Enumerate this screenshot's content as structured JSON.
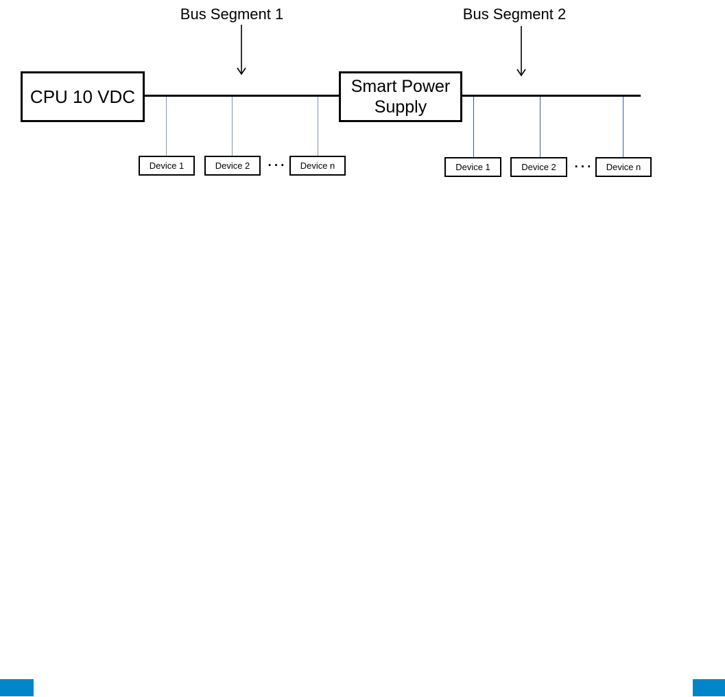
{
  "diagram": {
    "bus_segments": [
      {
        "label": "Bus Segment 1",
        "devices": [
          "Device 1",
          "Device 2",
          "Device n"
        ],
        "ellipsis": "···"
      },
      {
        "label": "Bus Segment 2",
        "devices": [
          "Device 1",
          "Device 2",
          "Device n"
        ],
        "ellipsis": "···"
      }
    ],
    "nodes": {
      "cpu": "CPU 10 VDC",
      "power_supply": "Smart Power Supply"
    }
  },
  "colors": {
    "accent_blue": "#0086C8",
    "bus_line": "#000000",
    "connector_segment1": "#7D95B3",
    "connector_segment2": "#31618F",
    "box_border": "#000000",
    "text": "#000000"
  }
}
